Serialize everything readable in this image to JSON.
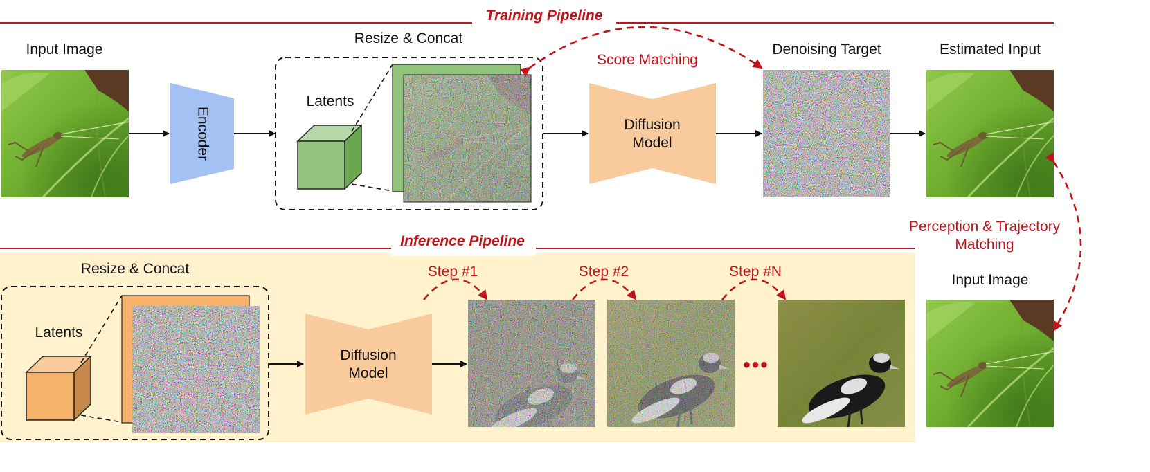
{
  "training": {
    "title": "Training Pipeline",
    "input_image_label": "Input Image",
    "encoder_label": "Encoder",
    "resize_concat_label": "Resize & Concat",
    "latents_label": "Latents",
    "score_matching_label": "Score Matching",
    "diffusion_label_line1": "Diffusion",
    "diffusion_label_line2": "Model",
    "denoising_target_label": "Denoising Target",
    "estimated_input_label": "Estimated Input"
  },
  "perception": {
    "line1": "Perception & Trajectory",
    "line2": "Matching",
    "input_image_label": "Input Image"
  },
  "inference": {
    "title": "Inference Pipeline",
    "resize_concat_label": "Resize & Concat",
    "latents_label": "Latents",
    "diffusion_label_line1": "Diffusion",
    "diffusion_label_line2": "Model",
    "steps": [
      "Step #1",
      "Step #2",
      "Step #N"
    ],
    "ellipsis": "•••"
  },
  "colors": {
    "red": "#c0141b",
    "encoder": "#a4c1f4",
    "diffusion": "#f9cb9c",
    "latent_green": "#93c47d",
    "latent_orange": "#f6b26b",
    "inference_bg": "#fff2cc"
  }
}
